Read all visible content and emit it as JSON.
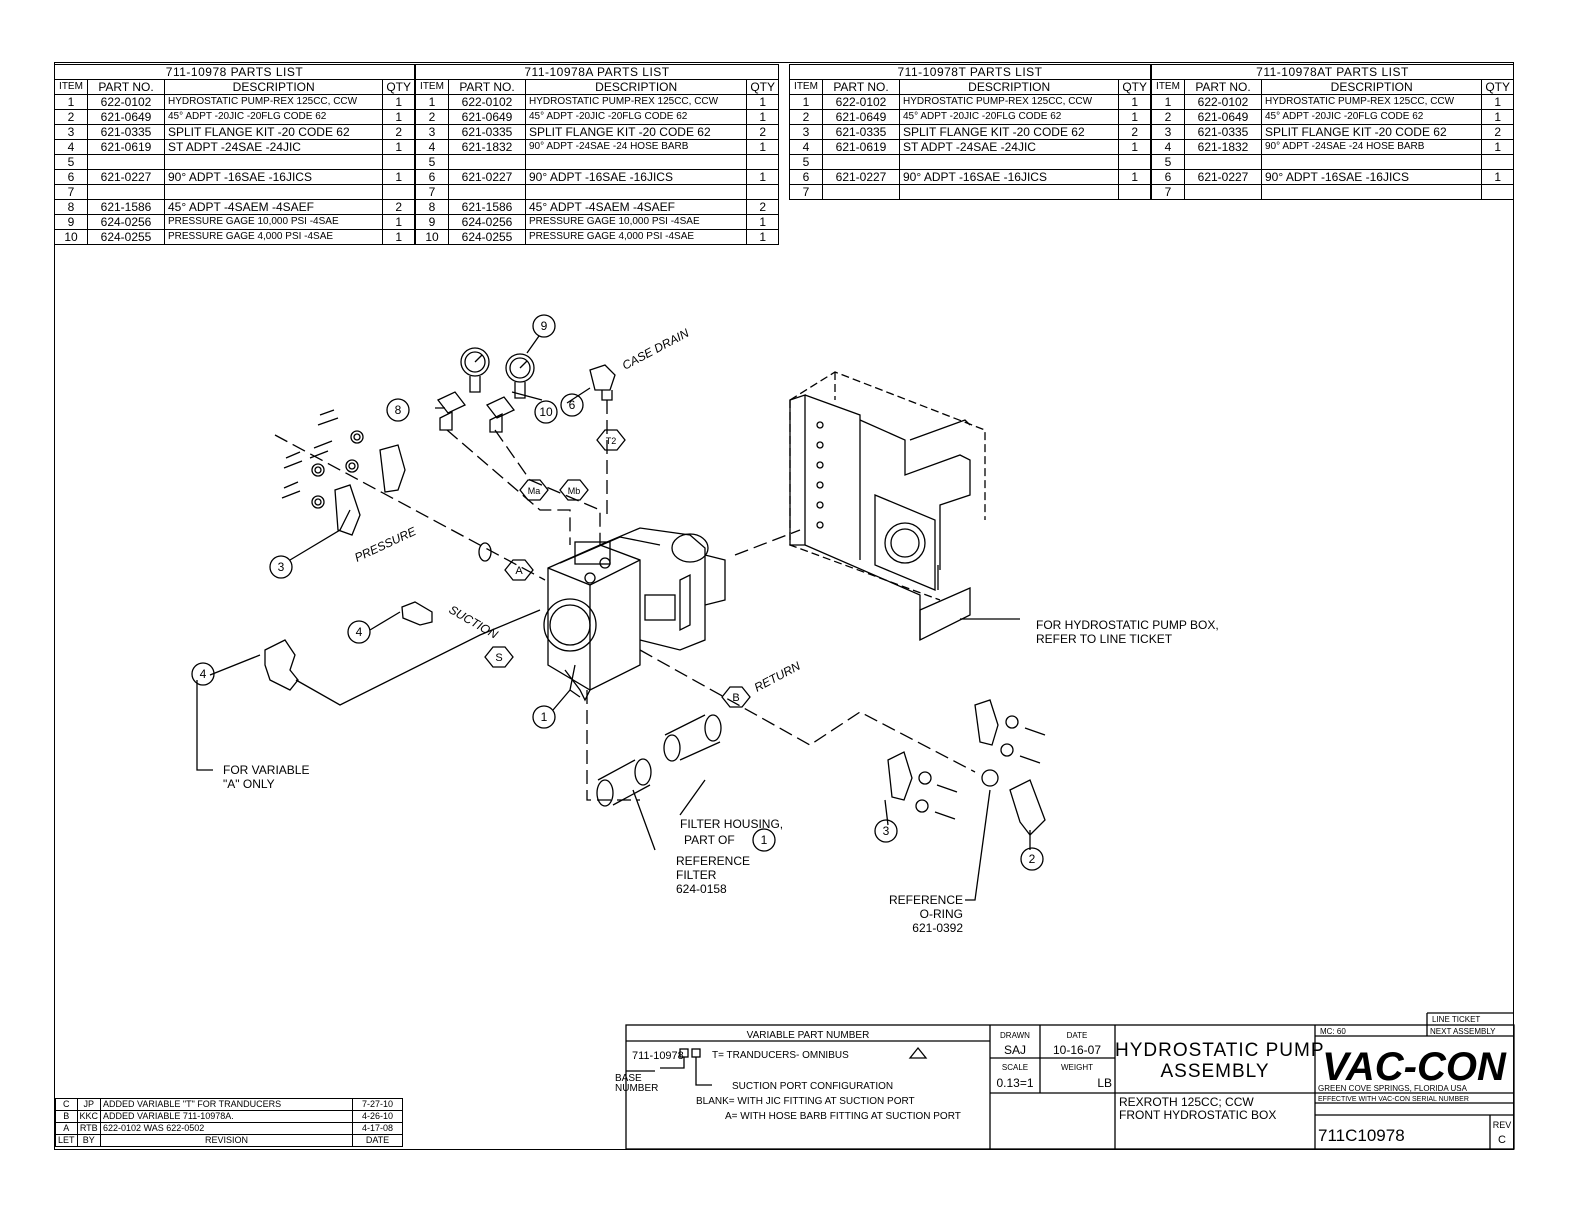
{
  "parts_lists": [
    {
      "title": "711-10978 PARTS LIST",
      "rows": [
        [
          "1",
          "622-0102",
          "HYDROSTATIC PUMP-REX 125CC, CCW",
          "1"
        ],
        [
          "2",
          "621-0649",
          "45° ADPT -20JIC -20FLG CODE 62",
          "1"
        ],
        [
          "3",
          "621-0335",
          "SPLIT FLANGE KIT -20 CODE 62",
          "2"
        ],
        [
          "4",
          "621-0619",
          "ST ADPT -24SAE -24JIC",
          "1"
        ],
        [
          "5",
          "",
          "",
          ""
        ],
        [
          "6",
          "621-0227",
          "90° ADPT -16SAE -16JICS",
          "1"
        ],
        [
          "7",
          "",
          "",
          ""
        ],
        [
          "8",
          "621-1586",
          "45° ADPT -4SAEM -4SAEF",
          "2"
        ],
        [
          "9",
          "624-0256",
          "PRESSURE GAGE 10,000 PSI -4SAE",
          "1"
        ],
        [
          "10",
          "624-0255",
          "PRESSURE GAGE 4,000 PSI -4SAE",
          "1"
        ]
      ]
    },
    {
      "title": "711-10978A PARTS LIST",
      "rows": [
        [
          "1",
          "622-0102",
          "HYDROSTATIC PUMP-REX 125CC, CCW",
          "1"
        ],
        [
          "2",
          "621-0649",
          "45° ADPT -20JIC -20FLG CODE 62",
          "1"
        ],
        [
          "3",
          "621-0335",
          "SPLIT FLANGE KIT -20 CODE 62",
          "2"
        ],
        [
          "4",
          "621-1832",
          "90° ADPT -24SAE -24 HOSE BARB",
          "1"
        ],
        [
          "5",
          "",
          "",
          ""
        ],
        [
          "6",
          "621-0227",
          "90° ADPT -16SAE -16JICS",
          "1"
        ],
        [
          "7",
          "",
          "",
          ""
        ],
        [
          "8",
          "621-1586",
          "45° ADPT -4SAEM -4SAEF",
          "2"
        ],
        [
          "9",
          "624-0256",
          "PRESSURE GAGE 10,000 PSI -4SAE",
          "1"
        ],
        [
          "10",
          "624-0255",
          "PRESSURE GAGE 4,000 PSI -4SAE",
          "1"
        ]
      ]
    },
    {
      "title": "711-10978T PARTS LIST",
      "rows": [
        [
          "1",
          "622-0102",
          "HYDROSTATIC PUMP-REX 125CC, CCW",
          "1"
        ],
        [
          "2",
          "621-0649",
          "45° ADPT -20JIC -20FLG CODE 62",
          "1"
        ],
        [
          "3",
          "621-0335",
          "SPLIT FLANGE KIT -20 CODE 62",
          "2"
        ],
        [
          "4",
          "621-0619",
          "ST ADPT -24SAE -24JIC",
          "1"
        ],
        [
          "5",
          "",
          "",
          ""
        ],
        [
          "6",
          "621-0227",
          "90° ADPT -16SAE -16JICS",
          "1"
        ],
        [
          "7",
          "",
          "",
          ""
        ]
      ]
    },
    {
      "title": "711-10978AT PARTS LIST",
      "rows": [
        [
          "1",
          "622-0102",
          "HYDROSTATIC PUMP-REX 125CC, CCW",
          "1"
        ],
        [
          "2",
          "621-0649",
          "45° ADPT -20JIC -20FLG CODE 62",
          "1"
        ],
        [
          "3",
          "621-0335",
          "SPLIT FLANGE KIT -20 CODE 62",
          "2"
        ],
        [
          "4",
          "621-1832",
          "90° ADPT -24SAE -24 HOSE BARB",
          "1"
        ],
        [
          "5",
          "",
          "",
          ""
        ],
        [
          "6",
          "621-0227",
          "90° ADPT -16SAE -16JICS",
          "1"
        ],
        [
          "7",
          "",
          "",
          ""
        ]
      ]
    }
  ],
  "headers": {
    "item": "ITEM",
    "part": "PART NO.",
    "desc": "DESCRIPTION",
    "qty": "QTY"
  },
  "labels": {
    "case_drain": "CASE DRAIN",
    "pressure": "PRESSURE",
    "suction": "SUCTION",
    "return": "RETURN",
    "port_a": "A",
    "port_s": "S",
    "port_b": "B",
    "port_ma": "Ma",
    "port_mb": "Mb",
    "port_t2": "T2"
  },
  "callouts": [
    "9",
    "8",
    "10",
    "6",
    "3",
    "4",
    "4",
    "1",
    "3",
    "2",
    "1"
  ],
  "notes": {
    "hydro_box": "FOR HYDROSTATIC PUMP BOX,\nREFER TO LINE TICKET",
    "variable_a": "FOR VARIABLE\n\"A\" ONLY",
    "filter_housing_1": "FILTER HOUSING,",
    "filter_housing_2": "PART OF",
    "ref_filter": "REFERENCE\nFILTER\n624-0158",
    "ref_oring": "REFERENCE\nO-RING\n621-0392"
  },
  "revisions": [
    [
      "C",
      "JP",
      "ADDED VARIABLE \"T\" FOR TRANDUCERS",
      "7-27-10"
    ],
    [
      "B",
      "KKC",
      "ADDED VARIABLE 711-10978A.",
      "4-26-10"
    ],
    [
      "A",
      "RTB",
      "622-0102 WAS 622-0502",
      "4-17-08"
    ],
    [
      "LET",
      "BY",
      "REVISION",
      "DATE"
    ]
  ],
  "title_block": {
    "variable_part_number": "VARIABLE PART NUMBER",
    "base_pn": "711-10978",
    "t_line": "T= TRANDUCERS- OMNIBUS",
    "base_number": "BASE\nNUMBER",
    "suction_config": "SUCTION PORT CONFIGURATION",
    "blank_line": "BLANK= WITH JIC FITTING AT SUCTION PORT",
    "a_line": "A= WITH HOSE BARB FITTING AT SUCTION PORT",
    "drawn_label": "DRAWN",
    "drawn": "SAJ",
    "date_label": "DATE",
    "date": "10-16-07",
    "scale_label": "SCALE",
    "scale": "0.13=1",
    "weight_label": "WEIGHT",
    "weight": "LB",
    "title": "HYDROSTATIC PUMP\nASSEMBLY",
    "subtitle": "REXROTH 125CC; CCW\nFRONT HYDROSTATIC BOX",
    "mc": "MC: 60",
    "line_ticket": "LINE TICKET",
    "next_assembly": "NEXT ASSEMBLY",
    "logo": "VAC-CON",
    "location": "GREEN COVE SPRINGS, FLORIDA USA",
    "effective": "EFFECTIVE WITH VAC-CON SERIAL NUMBER",
    "dwg_no": "711C10978",
    "rev_label": "REV",
    "rev": "C"
  }
}
